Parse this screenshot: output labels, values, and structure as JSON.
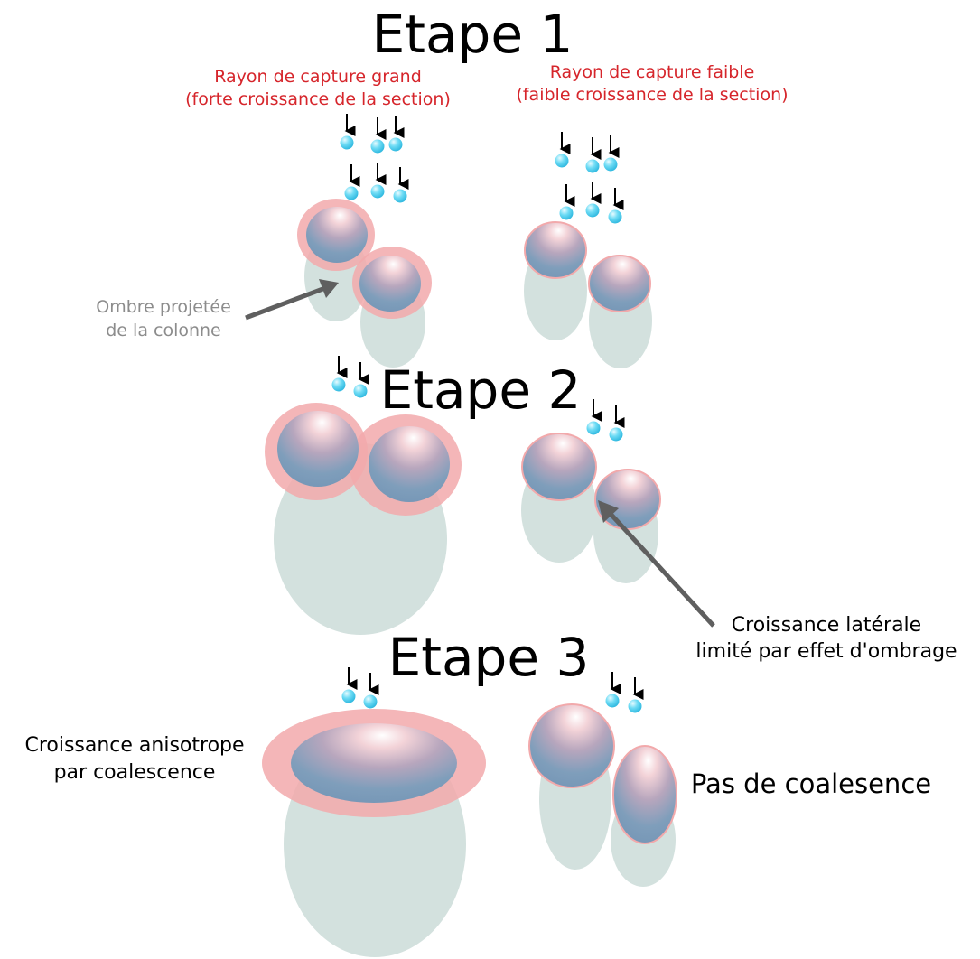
{
  "steps": {
    "step1": "Etape 1",
    "step2": "Etape 2",
    "step3": "Etape 3"
  },
  "capture": {
    "large_line1": "Rayon de capture grand",
    "large_line2": "(forte croissance de la section)",
    "small_line1": "Rayon de capture faible",
    "small_line2": "(faible croissance de la section)"
  },
  "annotations": {
    "shadow_line1": "Ombre projetée",
    "shadow_line2": "de la colonne",
    "lateral_line1": "Croissance latérale",
    "lateral_line2": "limité par effet d'ombrage",
    "aniso_line1": "Croissance anisotrope",
    "aniso_line2": "par coalescence",
    "no_coalescence": "Pas de coalesence"
  },
  "colors": {
    "title": "#000000",
    "capture_text": "#d6252b",
    "shadow_label": "#8c8c8c",
    "column_shadow": "#d3e1de",
    "capture_halo": "#f2a9ab",
    "island": "#7f9ebb",
    "highlight": "#ffffff",
    "particle": "#4fd0ee",
    "arrow": "#000000",
    "pointer_arrow": "#5f5f5f"
  },
  "icons": {
    "particle": "sphere-particle-icon",
    "falling_arrow": "down-arrow-icon"
  }
}
